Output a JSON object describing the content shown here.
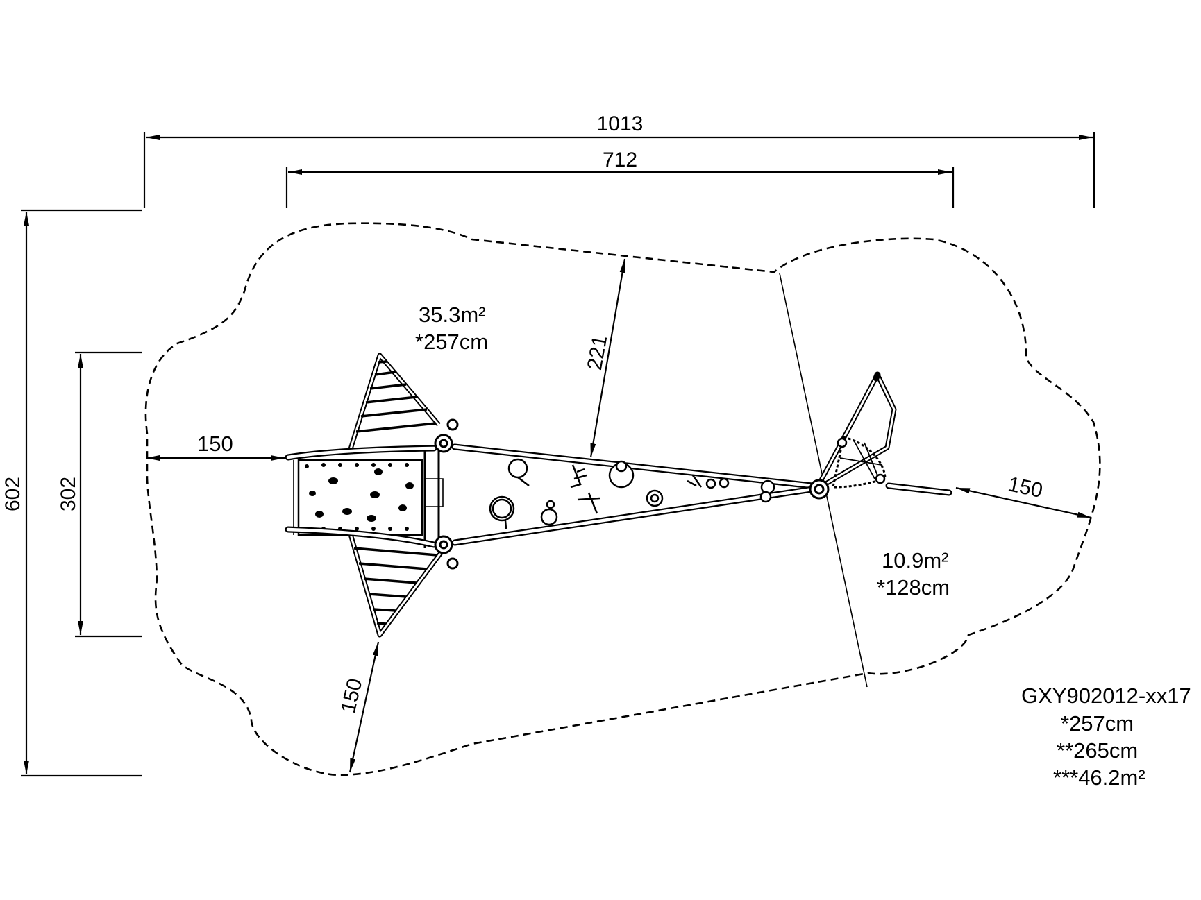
{
  "dimensions": {
    "overall_width": "1013",
    "equipment_width": "712",
    "overall_depth": "602",
    "equipment_depth": "302",
    "clearance_left": "150",
    "clearance_right": "150",
    "clearance_bottom": "150",
    "clearance_inner": "221"
  },
  "zones": {
    "zone_left_area": "35.3m²",
    "zone_left_height": "*257cm",
    "zone_right_area": "10.9m²",
    "zone_right_height": "*128cm"
  },
  "spec": {
    "product_code": "GXY902012-xx17",
    "free_fall_height": "*257cm",
    "max_height": "**265cm",
    "total_area": "***46.2m²"
  }
}
